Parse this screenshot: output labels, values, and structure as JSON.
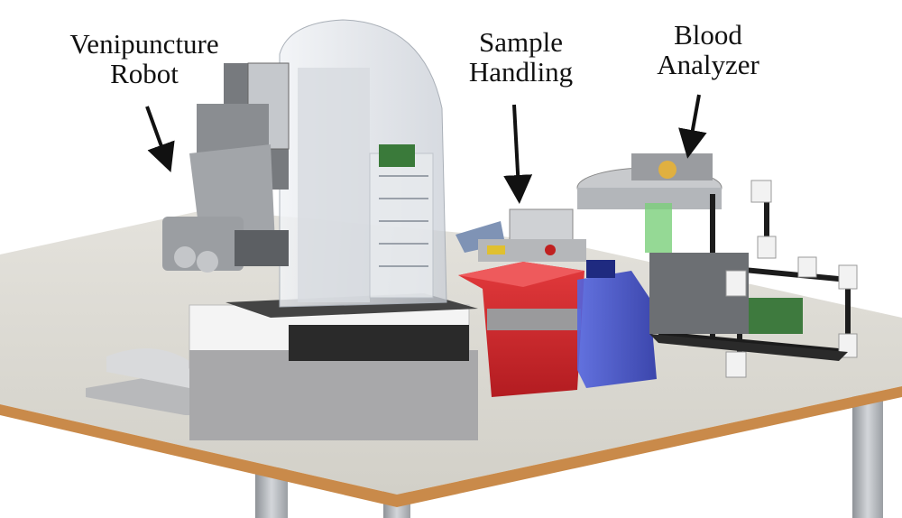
{
  "labels": {
    "venipuncture_robot": {
      "line1": "Venipuncture",
      "line2": "Robot"
    },
    "sample_handling": {
      "line1": "Sample",
      "line2": "Handling"
    },
    "blood_analyzer": {
      "line1": "Blood",
      "line2": "Analyzer"
    }
  },
  "colors": {
    "background": "#ffffff",
    "table_top": "#d8d6cf",
    "table_edge": "#c98a4a",
    "table_legs": "#b5b8bd",
    "base_box": "#a9a9ab",
    "robot_housing": "#e3e6ea",
    "red_bin": "#d6262b",
    "blue_bottle": "#3f4fd0",
    "analyzer_frame": "#1c1c1c",
    "arrow": "#111111"
  }
}
